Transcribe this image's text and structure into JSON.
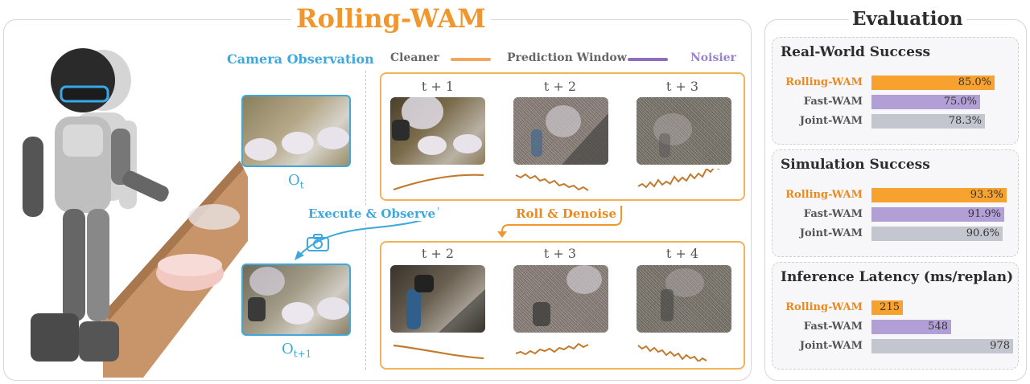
{
  "header": {
    "title": "Rolling-WAM"
  },
  "camera": {
    "label": "Camera Observation",
    "obs1": "O",
    "obs1_sub": "t",
    "obs2": "O",
    "obs2_sub": "t+1"
  },
  "legend": {
    "cleaner": "Cleaner",
    "window": "Prediction Window",
    "noisier": "Noisier",
    "cleaner_color": "#f2a65a",
    "noisier_color": "#8e6cc0"
  },
  "top_row": {
    "labels": [
      "t + 1",
      "t + 2",
      "t + 3"
    ]
  },
  "bottom_row": {
    "labels": [
      "t + 2",
      "t + 3",
      "t + 4"
    ]
  },
  "arrows": {
    "execute": "Execute & Observe",
    "roll": "Roll & Denoise"
  },
  "evaluation": {
    "title": "Evaluation",
    "sections": [
      {
        "title": "Real-World Success",
        "rows": [
          {
            "label": "Rolling-WAM",
            "value": "85.0%",
            "num": 85.0,
            "color": "#f7a12f",
            "highlight": true
          },
          {
            "label": "Fast-WAM",
            "value": "75.0%",
            "num": 75.0,
            "color": "#b29fd6",
            "highlight": false
          },
          {
            "label": "Joint-WAM",
            "value": "78.3%",
            "num": 78.3,
            "color": "#c3c6cf",
            "highlight": false
          }
        ]
      },
      {
        "title": "Simulation Success",
        "rows": [
          {
            "label": "Rolling-WAM",
            "value": "93.3%",
            "num": 93.3,
            "color": "#f7a12f",
            "highlight": true
          },
          {
            "label": "Fast-WAM",
            "value": "91.9%",
            "num": 91.9,
            "color": "#b29fd6",
            "highlight": false
          },
          {
            "label": "Joint-WAM",
            "value": "90.6%",
            "num": 90.6,
            "color": "#c3c6cf",
            "highlight": false
          }
        ]
      },
      {
        "title": "Inference Latency (ms/replan)",
        "rows": [
          {
            "label": "Rolling-WAM",
            "value": "215",
            "num": 215,
            "color": "#f7a12f",
            "highlight": true
          },
          {
            "label": "Fast-WAM",
            "value": "548",
            "num": 548,
            "color": "#b29fd6",
            "highlight": false
          },
          {
            "label": "Joint-WAM",
            "value": "978",
            "num": 978,
            "color": "#c3c6cf",
            "highlight": false
          }
        ]
      }
    ]
  }
}
